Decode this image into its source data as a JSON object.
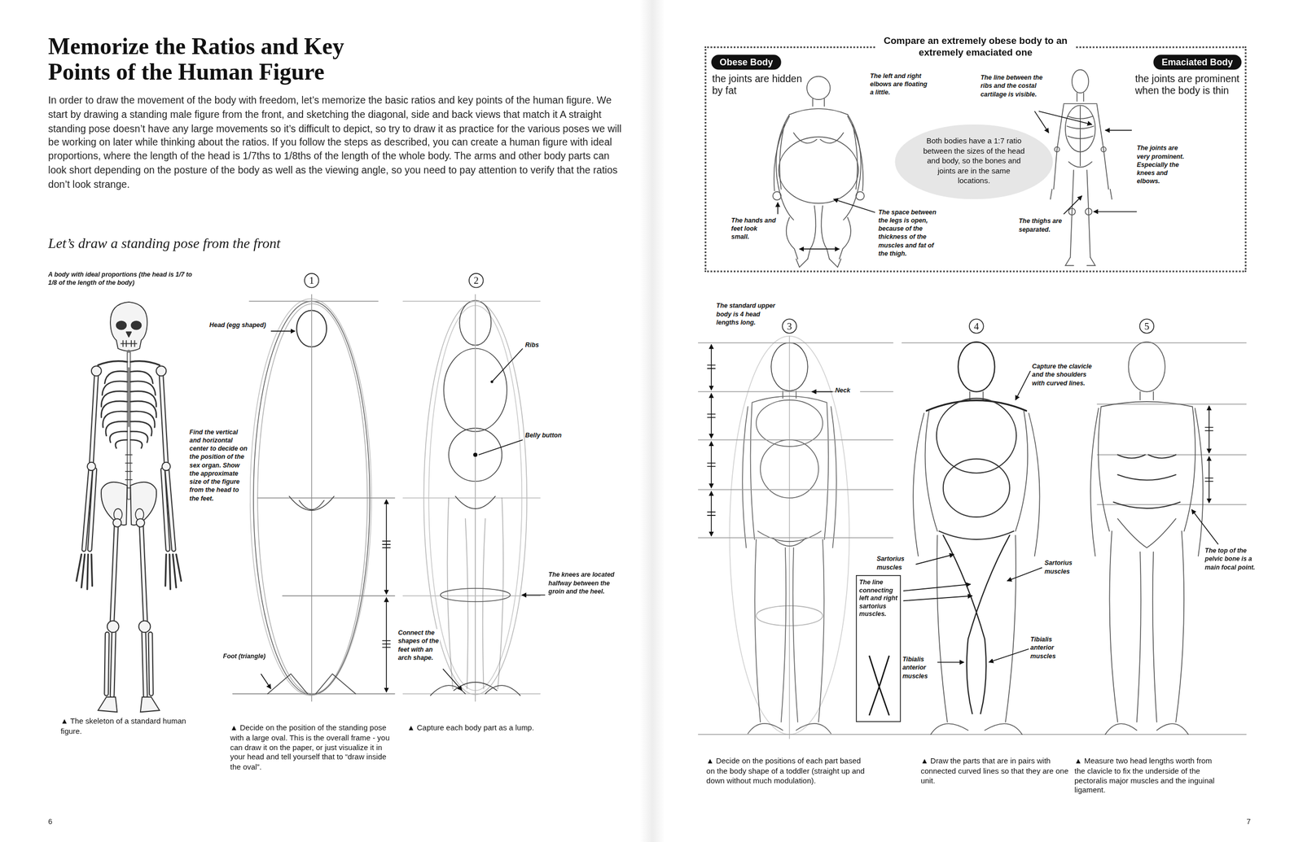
{
  "diagram": {
    "title": "Memorize the Ratios and Key Points of the Human Figure",
    "nodes": [
      {
        "text": [
          "Compare an extremely obese body to an extremely emaciated one"
        ]
      },
      {
        "text": [
          "Obese Body"
        ],
        "in": 0
      },
      {
        "text": [
          "Emaciated Body"
        ],
        "in": 0
      },
      {
        "text": [
          "Both bodies have a 1:7 ratio between the sizes of the head and body, so the bones and joints are in the same locations."
        ],
        "in": 0
      },
      {
        "text": [
          "The line connecting left and right sartorius muscles."
        ]
      },
      {
        "text": [
          "1"
        ]
      },
      {
        "text": [
          "2"
        ]
      },
      {
        "text": [
          "3"
        ]
      },
      {
        "text": [
          "4"
        ]
      },
      {
        "text": [
          "5"
        ]
      }
    ],
    "labels": [
      "In order to draw the movement of the body with freedom, let’s memorize the basic ratios and key points of the human figure. We start by drawing a standing male figure from the front, and sketching the diagonal, side and back views that match it A straight standing pose doesn’t have any large movements so it’s difficult to depict, so try to draw it as practice for the various poses we will be working on later while thinking about the ratios. If you follow the steps as described, you can create a human figure with ideal proportions, where the length of the head is 1/7ths to 1/8ths of the length of the whole body. The arms and other body parts can look short depending on the posture of the body as well as the viewing angle, so you need to pay attention to verify that the ratios don’t look strange.",
      "Let’s draw a standing pose from the front",
      "A body with ideal proportions (the head is 1/7 to 1/8 of the length of the body)",
      "Head (egg shaped)",
      "Find the vertical and horizontal center to decide on the position of the sex organ. Show the approximate size of the figure from the head to the feet.",
      "Foot (triangle)",
      "Ribs",
      "Belly button",
      "The knees are located halfway between the groin and the heel.",
      "Connect the shapes of the feet with an arch shape.",
      "▲ The skeleton of a standard human figure.",
      "▲ Decide on the position of the standing pose with a large oval. This is the overall frame - you can draw it on the paper, or just visualize it in your head and tell yourself that to “draw inside the oval”.",
      "▲ Capture each body part as a lump.",
      "6",
      "the joints are hidden by fat",
      "The left and right elbows are floating a little.",
      "The hands and feet look small.",
      "The space between the legs is open, because of the thickness of the muscles and fat of the thigh.",
      "The line between the ribs and the costal cartilage is visible.",
      "the joints are prominent when the body is thin",
      "The joints are very prominent. Especially the knees and elbows.",
      "The thighs are separated.",
      "The standard upper body is 4 head lengths long.",
      "Neck",
      "Capture the clavicle and the shoulders with curved lines.",
      "Sartorius muscles",
      "Sartorius muscles",
      "Tibialis anterior muscles",
      "Tibialis anterior muscles",
      "The top of the pelvic bone is a main focal point.",
      "▲ Decide on the positions of each part based on the body shape of a toddler (straight up and down without much modulation).",
      "▲ Draw the parts that are in pairs with connected curved lines so that they are one unit.",
      "▲ Measure two head lengths worth from the clavicle to fix the underside of the pectoralis major muscles and the inguinal ligament.",
      "7"
    ]
  }
}
